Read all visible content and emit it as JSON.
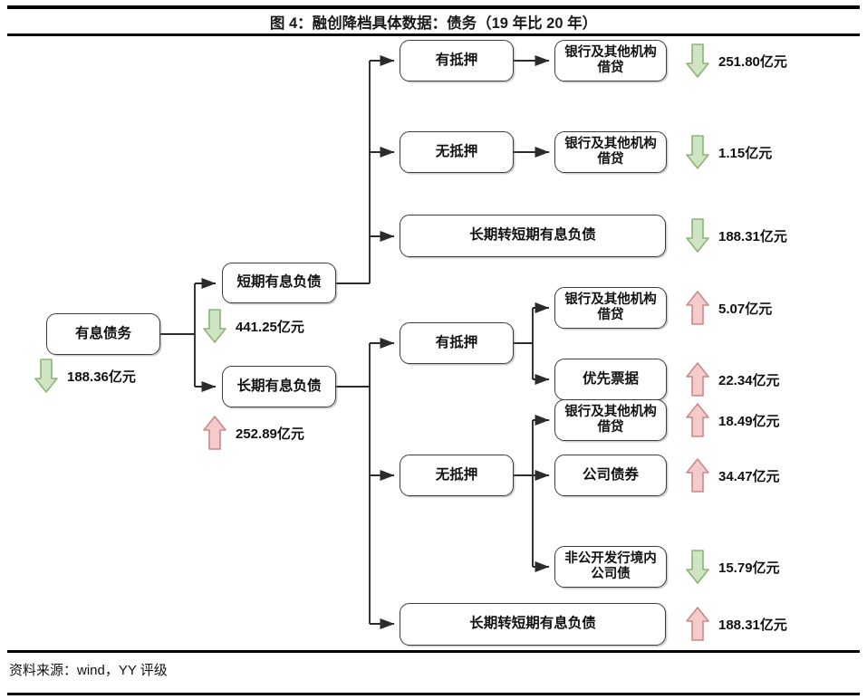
{
  "figure": {
    "title": "图 4：融创降档具体数据：债务（19 年比 20 年）",
    "source": "资料来源：wind，YY 评级"
  },
  "colors": {
    "decrease_fill": "#cfe4c3",
    "decrease_stroke": "#8cb377",
    "increase_fill": "#f3cbcb",
    "increase_stroke": "#cb8888",
    "node_border": "#3d3d3d",
    "wire": "#2b2b2b",
    "text": "#111111"
  },
  "nodes": {
    "root": "有息债务",
    "short_term": "短期有息负债",
    "long_term": "长期有息负债",
    "secured_top": "有抵押",
    "unsecured_top": "无抵押",
    "lt_to_st_top": "长期转短期有息负债",
    "secured_bottom": "有抵押",
    "unsecured_bottom": "无抵押",
    "lt_to_st_bottom": "长期转短期有息负债",
    "bank_loan_1_l1": "银行及其他机构",
    "bank_loan_1_l2": "借贷",
    "bank_loan_2_l1": "银行及其他机构",
    "bank_loan_2_l2": "借贷",
    "bank_loan_3_l1": "银行及其他机构",
    "bank_loan_3_l2": "借贷",
    "bank_loan_4_l1": "银行及其他机构",
    "bank_loan_4_l2": "借贷",
    "senior_notes": "优先票据",
    "corporate_bond": "公司债券",
    "private_bond_l1": "非公开发行境内",
    "private_bond_l2": "公司债"
  },
  "deltas": {
    "root": {
      "direction": "down",
      "value": "188.36亿元"
    },
    "short_term": {
      "direction": "down",
      "value": "441.25亿元"
    },
    "long_term": {
      "direction": "up",
      "value": "252.89亿元"
    },
    "bank_loan_secured_st": {
      "direction": "down",
      "value": "251.80亿元"
    },
    "bank_loan_unsecured_st": {
      "direction": "down",
      "value": "1.15亿元"
    },
    "lt_to_st_top": {
      "direction": "down",
      "value": "188.31亿元"
    },
    "bank_loan_secured_lt": {
      "direction": "up",
      "value": "5.07亿元"
    },
    "senior_notes": {
      "direction": "up",
      "value": "22.34亿元"
    },
    "bank_loan_unsecured_lt": {
      "direction": "up",
      "value": "18.49亿元"
    },
    "corporate_bond": {
      "direction": "up",
      "value": "34.47亿元"
    },
    "private_bond": {
      "direction": "down",
      "value": "15.79亿元"
    },
    "lt_to_st_bottom": {
      "direction": "up",
      "value": "188.31亿元"
    }
  },
  "chart_data": {
    "type": "diagram",
    "title": "图 4：融创降档具体数据：债务（19 年比 20 年）",
    "root": "有息债务",
    "tree": [
      {
        "name": "短期有息负债",
        "change": -441.25,
        "children": [
          {
            "name": "有抵押",
            "children": [
              {
                "name": "银行及其他机构借贷",
                "change": -251.8
              }
            ]
          },
          {
            "name": "无抵押",
            "children": [
              {
                "name": "银行及其他机构借贷",
                "change": -1.15
              }
            ]
          },
          {
            "name": "长期转短期有息负债",
            "change": -188.31
          }
        ]
      },
      {
        "name": "长期有息负债",
        "change": 252.89,
        "children": [
          {
            "name": "有抵押",
            "children": [
              {
                "name": "银行及其他机构借贷",
                "change": 5.07
              },
              {
                "name": "优先票据",
                "change": 22.34
              }
            ]
          },
          {
            "name": "无抵押",
            "children": [
              {
                "name": "银行及其他机构借贷",
                "change": 18.49
              },
              {
                "name": "公司债券",
                "change": 34.47
              },
              {
                "name": "非公开发行境内公司债",
                "change": -15.79
              }
            ]
          },
          {
            "name": "长期转短期有息负债",
            "change": 188.31
          }
        ]
      }
    ],
    "root_change": -188.36,
    "unit": "亿元"
  }
}
